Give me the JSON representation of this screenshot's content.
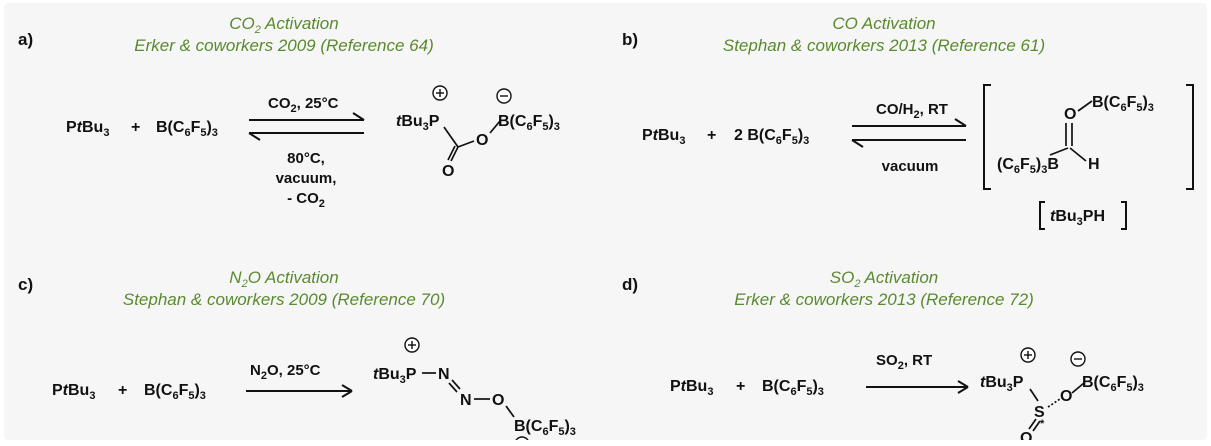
{
  "panels": {
    "a": {
      "label": "a)",
      "title": "CO2 Activation",
      "subtitle": "Erker & coworkers 2009 (Reference 64)",
      "reactant1": "PtBu3",
      "plus": "+",
      "reactant2": "B(C6F5)3",
      "forward": "CO2, 25°C",
      "reverse": [
        "80°C,",
        "vacuum,",
        "- CO2"
      ],
      "product": {
        "phosphonium": "tBu3P",
        "borate": "B(C6F5)3",
        "o1": "O",
        "o2": "O"
      }
    },
    "b": {
      "label": "b)",
      "title": "CO Activation",
      "subtitle": "Stephan & coworkers 2013 (Reference 61)",
      "reactant1": "PtBu3",
      "plus": "+",
      "reactant2": "2 B(C6F5)3",
      "forward": "CO/H2, RT",
      "reverse": [
        "vacuum"
      ],
      "product": {
        "borane_top": "B(C6F5)3",
        "borane_left": "(C6F5)3B",
        "o": "O",
        "h": "H",
        "counter": "tBu3PH"
      }
    },
    "c": {
      "label": "c)",
      "title": "N2O Activation",
      "subtitle": "Stephan & coworkers 2009 (Reference 70)",
      "reactant1": "PtBu3",
      "plus": "+",
      "reactant2": "B(C6F5)3",
      "forward": "N2O, 25°C",
      "product": {
        "phosphonium": "tBu3P",
        "n1": "N",
        "n2": "N",
        "o": "O",
        "borate": "B(C6F5)3"
      }
    },
    "d": {
      "label": "d)",
      "title": "SO2 Activation",
      "subtitle": "Erker & coworkers 2013 (Reference 72)",
      "reactant1": "PtBu3",
      "plus": "+",
      "reactant2": "B(C6F5)3",
      "forward": "SO2, RT",
      "product": {
        "phosphonium": "tBu3P",
        "s": "S",
        "o1": "O",
        "o2": "O",
        "borate": "B(C6F5)3"
      }
    }
  }
}
